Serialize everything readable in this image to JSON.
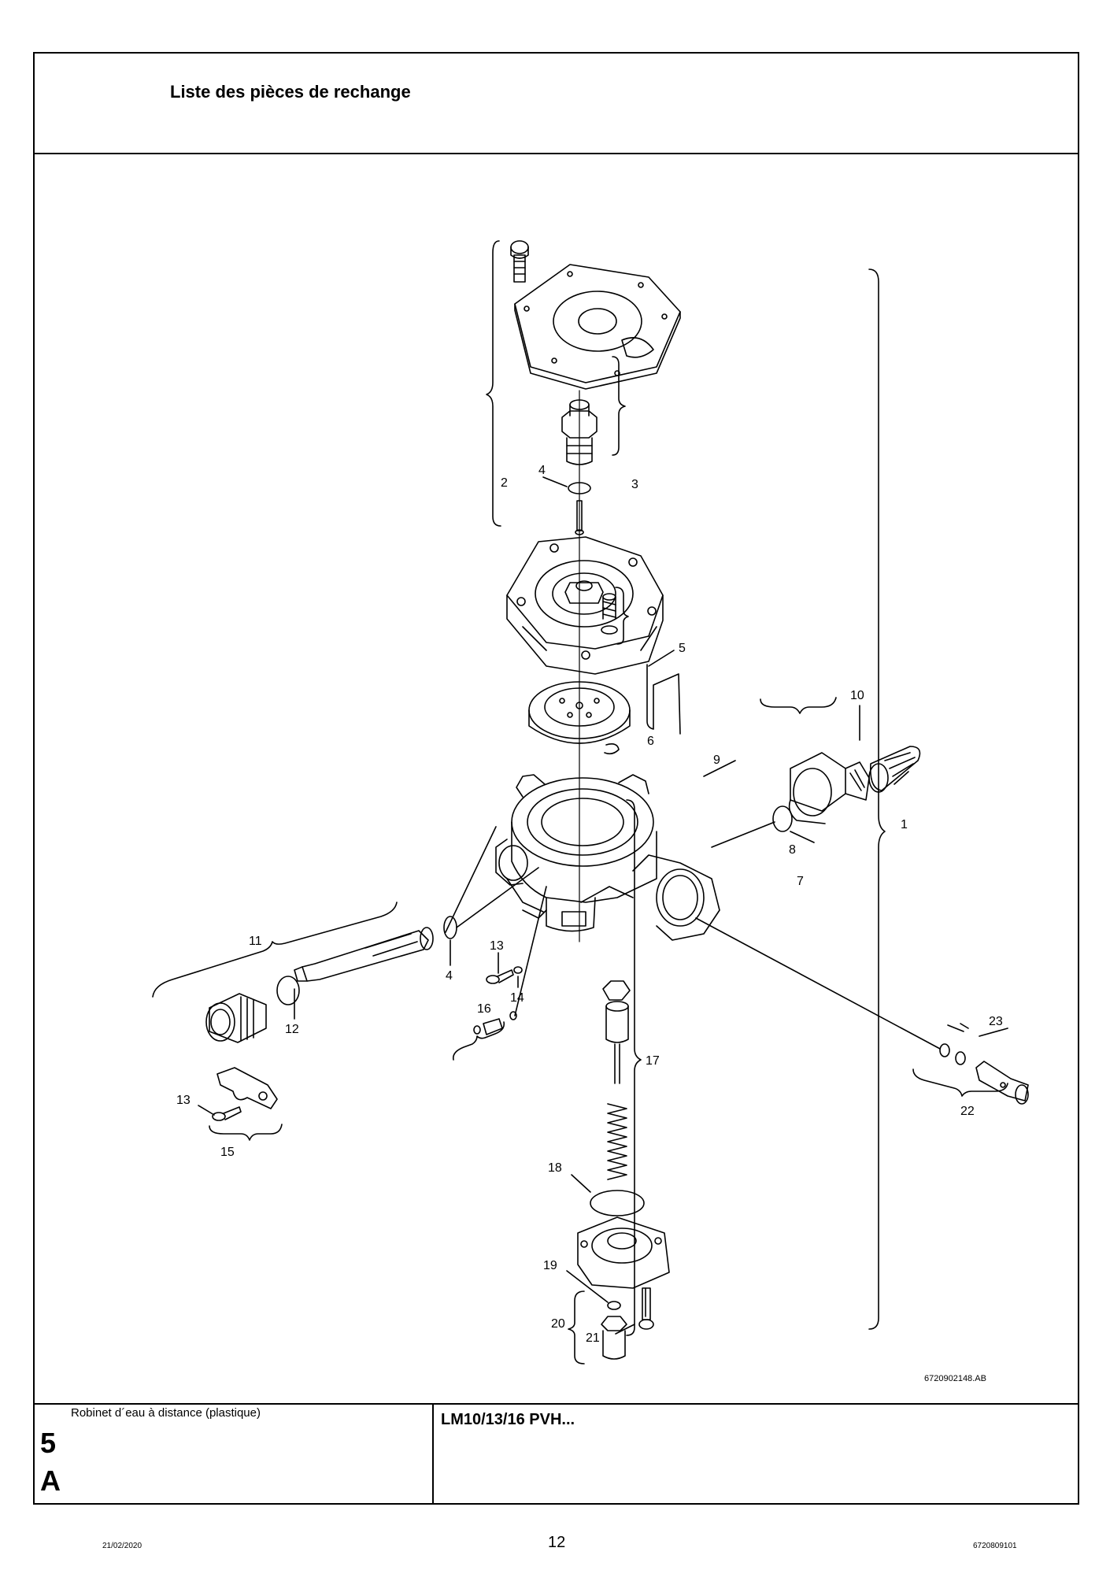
{
  "header": {
    "title": "Liste des pièces de rechange"
  },
  "diagram": {
    "reference": "6720902148.AB",
    "callouts": [
      "1",
      "2",
      "3",
      "4",
      "4",
      "5",
      "6",
      "7",
      "8",
      "9",
      "10",
      "11",
      "12",
      "13",
      "13",
      "14",
      "15",
      "16",
      "17",
      "18",
      "19",
      "20",
      "21",
      "22",
      "23"
    ]
  },
  "footer": {
    "description": "Robinet d´eau à distance (plastique)",
    "section_number": "5",
    "section_letter": "A",
    "model": "LM10/13/16 PVH...",
    "date": "21/02/2020",
    "page": "12",
    "doc_number": "6720809101"
  }
}
